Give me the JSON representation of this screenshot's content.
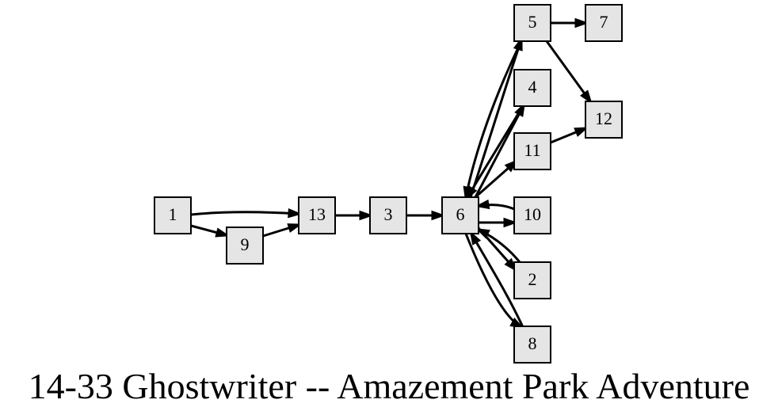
{
  "title": "14-33 Ghostwriter -- Amazement Park Adventure",
  "nodes": [
    {
      "id": "1",
      "label": "1"
    },
    {
      "id": "9",
      "label": "9"
    },
    {
      "id": "13",
      "label": "13"
    },
    {
      "id": "3",
      "label": "3"
    },
    {
      "id": "6",
      "label": "6"
    },
    {
      "id": "5",
      "label": "5"
    },
    {
      "id": "7",
      "label": "7"
    },
    {
      "id": "4",
      "label": "4"
    },
    {
      "id": "12",
      "label": "12"
    },
    {
      "id": "11",
      "label": "11"
    },
    {
      "id": "10",
      "label": "10"
    },
    {
      "id": "2",
      "label": "2"
    },
    {
      "id": "8",
      "label": "8"
    }
  ],
  "edges": [
    {
      "from": "1",
      "to": "13"
    },
    {
      "from": "1",
      "to": "9"
    },
    {
      "from": "9",
      "to": "13"
    },
    {
      "from": "13",
      "to": "3"
    },
    {
      "from": "3",
      "to": "6"
    },
    {
      "from": "6",
      "to": "5"
    },
    {
      "from": "5",
      "to": "6"
    },
    {
      "from": "5",
      "to": "7"
    },
    {
      "from": "5",
      "to": "12"
    },
    {
      "from": "6",
      "to": "4"
    },
    {
      "from": "4",
      "to": "6"
    },
    {
      "from": "6",
      "to": "11"
    },
    {
      "from": "11",
      "to": "12"
    },
    {
      "from": "6",
      "to": "10"
    },
    {
      "from": "10",
      "to": "6"
    },
    {
      "from": "6",
      "to": "2"
    },
    {
      "from": "2",
      "to": "6"
    },
    {
      "from": "6",
      "to": "8"
    },
    {
      "from": "8",
      "to": "6"
    }
  ],
  "colors": {
    "node_fill": "#e5e5e5",
    "node_stroke": "#000000",
    "edge": "#000000",
    "text": "#000000",
    "background": "#ffffff"
  }
}
